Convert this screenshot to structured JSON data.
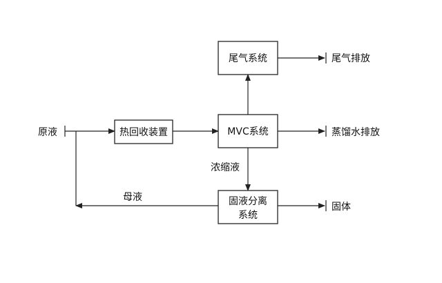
{
  "diagram": {
    "nodes": {
      "tail_gas_system": "尾气系统",
      "heat_recovery": "热回收装置",
      "mvc_system": "MVC系统",
      "solid_liquid_line1": "固液分离",
      "solid_liquid_line2": "系统"
    },
    "endpoints": {
      "raw_liquid": "原液",
      "tail_gas_discharge": "尾气排放",
      "distilled_water_discharge": "蒸馏水排放",
      "solid": "固体"
    },
    "edge_labels": {
      "concentrate": "浓缩液",
      "mother_liquor": "母液"
    }
  }
}
